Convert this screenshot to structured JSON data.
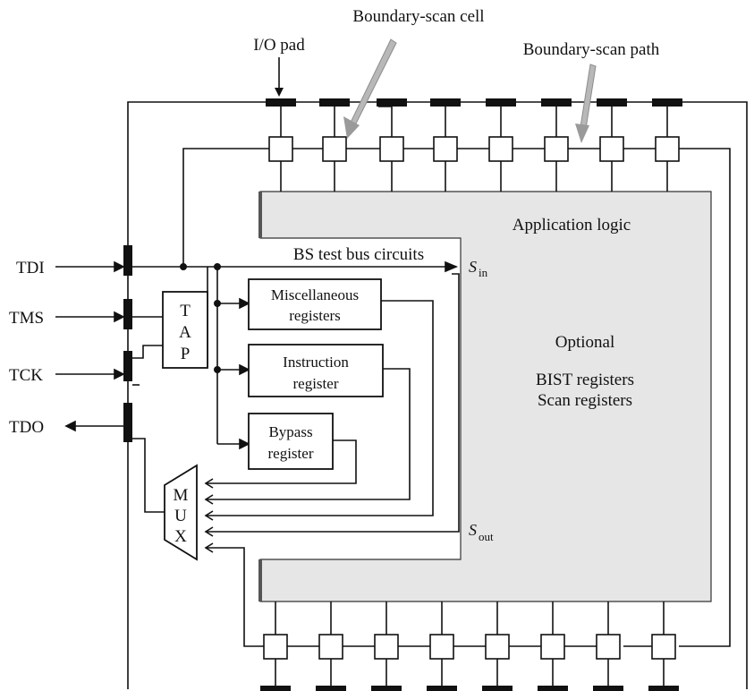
{
  "labels": {
    "bs_cell": "Boundary-scan cell",
    "bs_path": "Boundary-scan path",
    "io_pad": "I/O pad",
    "app_logic": "Application logic",
    "bs_bus": "BS test bus circuits",
    "optional": "Optional",
    "bist": "BIST registers",
    "scan": "Scan registers",
    "s_in_main": "S",
    "s_in_sub": "in",
    "s_out_main": "S",
    "s_out_sub": "out"
  },
  "pins": {
    "tdi": "TDI",
    "tms": "TMS",
    "tck": "TCK",
    "tdo": "TDO"
  },
  "tap": [
    "T",
    "A",
    "P"
  ],
  "mux": [
    "M",
    "U",
    "X"
  ],
  "registers": {
    "misc_1": "Miscellaneous",
    "misc_2": "registers",
    "instr_1": "Instruction",
    "instr_2": "register",
    "bypass_1": "Bypass",
    "bypass_2": "register"
  },
  "colors": {
    "line": "#111111",
    "logic_fill": "#e6e6e6",
    "pointer": "#b8b8b8"
  }
}
